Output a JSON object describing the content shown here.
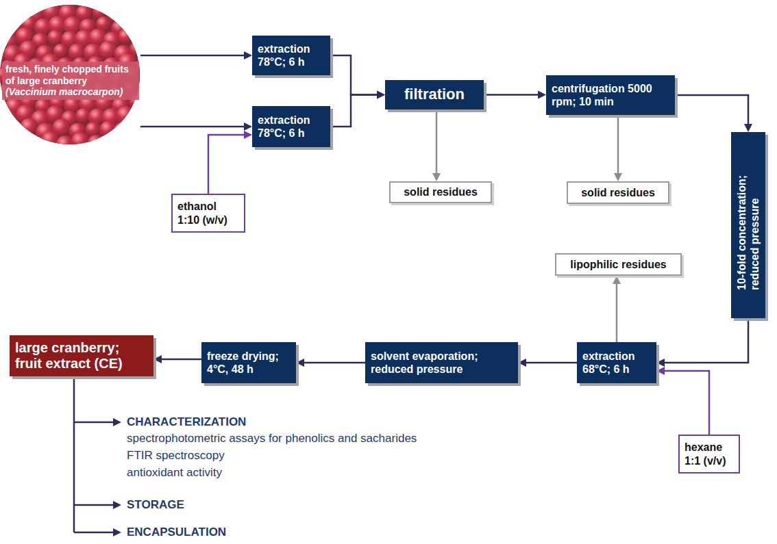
{
  "diagram": {
    "nodes": [
      {
        "text": [
          "fresh, finely chopped fruits of large cranberry",
          "(Vaccinium macrocarpon)"
        ]
      },
      {
        "text": [
          "extraction 78°C; 6 h"
        ]
      },
      {
        "text": [
          "extraction 78°C; 6 h"
        ]
      },
      {
        "text": [
          "ethanol 1:10 (w/v)"
        ]
      },
      {
        "text": [
          "filtration"
        ]
      },
      {
        "text": [
          "solid residues"
        ]
      },
      {
        "text": [
          "centrifugation 5000 rpm; 10 min"
        ]
      },
      {
        "text": [
          "solid residues"
        ]
      },
      {
        "text": [
          "10-fold concentration; reduced pressure"
        ]
      },
      {
        "text": [
          "lipophilic residues"
        ]
      },
      {
        "text": [
          "extraction 68°C; 6 h"
        ]
      },
      {
        "text": [
          "hexane 1:1 (v/v)"
        ]
      },
      {
        "text": [
          "solvent evaporation; reduced pressure"
        ]
      },
      {
        "text": [
          "freeze drying; 4°C, 48 h"
        ]
      },
      {
        "text": [
          "large cranberry; fruit extract (CE)"
        ]
      }
    ],
    "edges": [
      {
        "from": 0,
        "to": 1,
        "arrow": "to"
      },
      {
        "from": 0,
        "to": 2,
        "arrow": "to"
      },
      {
        "from": 3,
        "to": 2,
        "arrow": "to"
      },
      {
        "from": 1,
        "to": 4,
        "arrow": "to"
      },
      {
        "from": 2,
        "to": 4,
        "arrow": "to"
      },
      {
        "from": 4,
        "to": 5,
        "arrow": "to"
      },
      {
        "from": 4,
        "to": 6,
        "arrow": "to"
      },
      {
        "from": 6,
        "to": 7,
        "arrow": "to"
      },
      {
        "from": 6,
        "to": 8,
        "arrow": "to"
      },
      {
        "from": 8,
        "to": 10,
        "arrow": "to"
      },
      {
        "from": 11,
        "to": 10,
        "arrow": "to"
      },
      {
        "from": 10,
        "to": 9,
        "arrow": "to"
      },
      {
        "from": 10,
        "to": 12,
        "arrow": "to"
      },
      {
        "from": 12,
        "to": 13,
        "arrow": "to"
      },
      {
        "from": 13,
        "to": 14,
        "arrow": "to"
      }
    ],
    "labels": [
      "CHARACTERIZATION",
      "spectrophotometric assays for phenolics and sacharides",
      "FTIR spectroscopy",
      "antioxidant activity",
      "STORAGE",
      "ENCAPSULATION"
    ]
  }
}
